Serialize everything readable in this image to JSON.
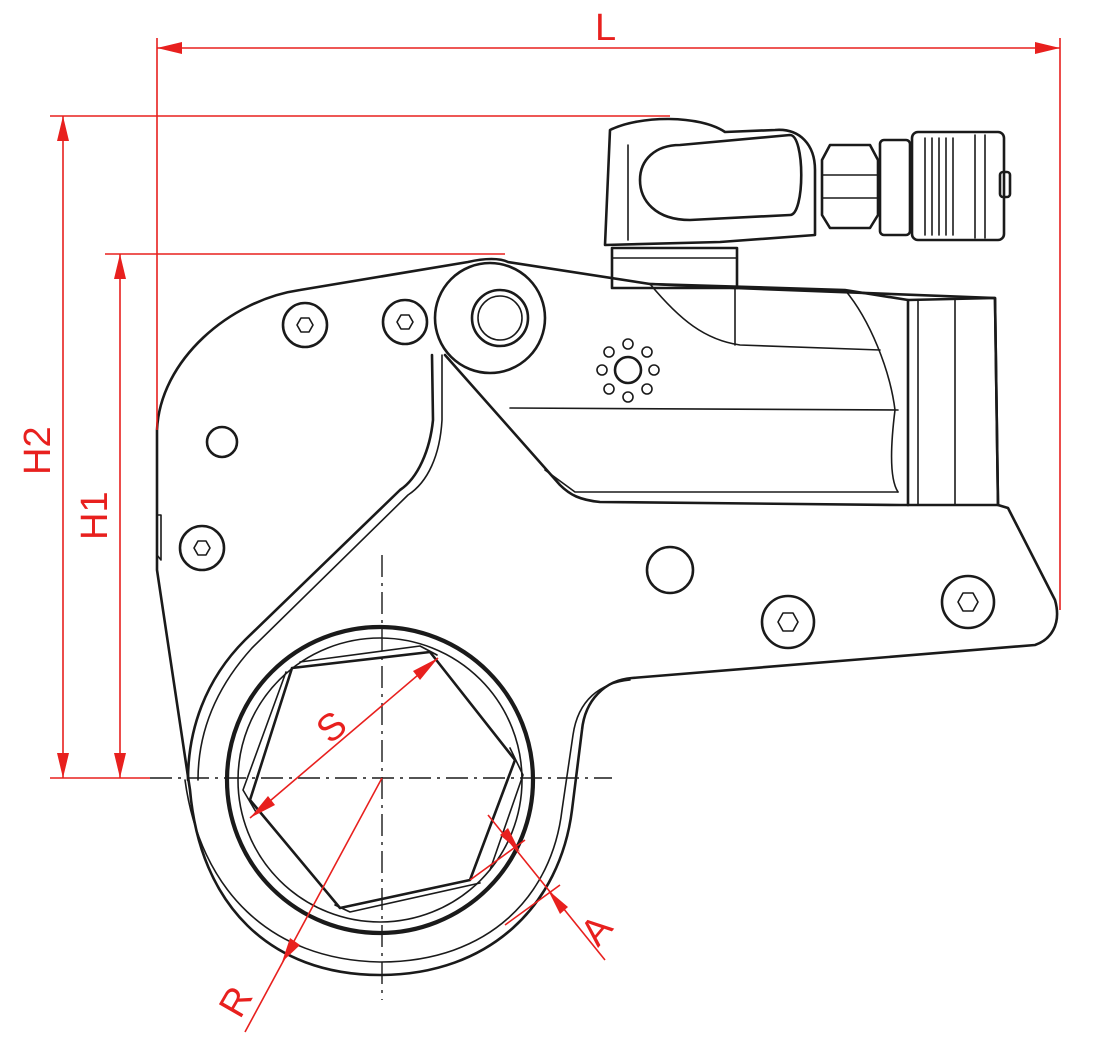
{
  "dimensions": {
    "length_label": "L",
    "height2_label": "H2",
    "height1_label": "H1",
    "hex_size_label": "S",
    "radius_label": "R",
    "wall_label": "A"
  },
  "colors": {
    "outline": "#1a1a1a",
    "dimension": "#e8201e",
    "background": "#ffffff"
  }
}
